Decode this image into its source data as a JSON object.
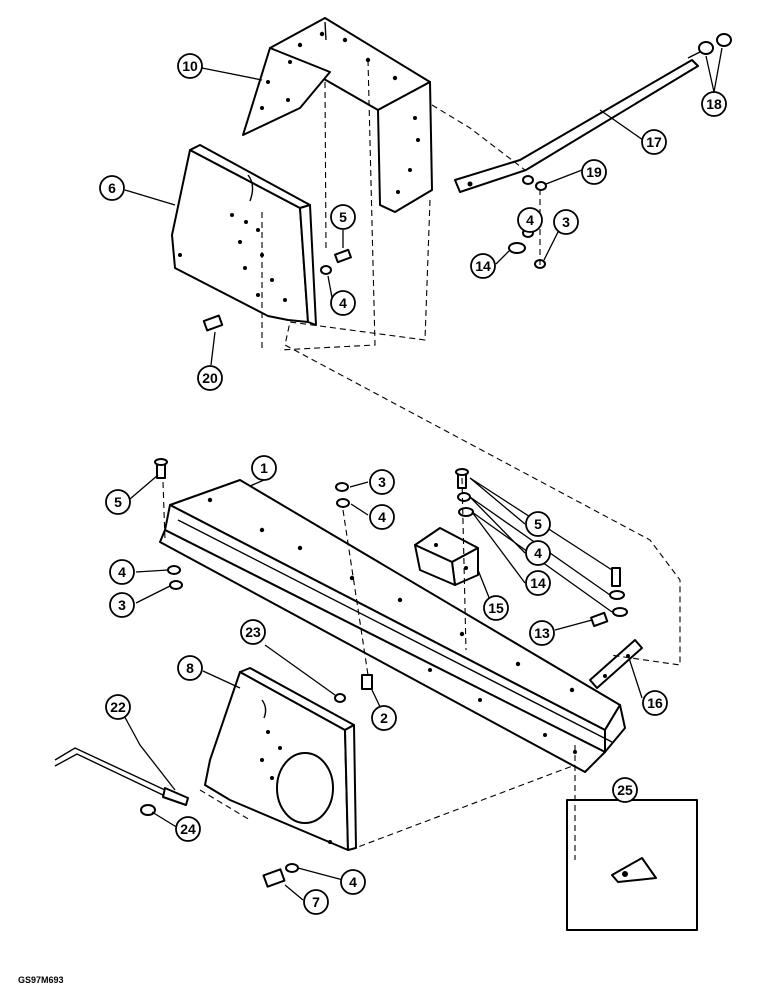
{
  "drawing_code": "GS97M693",
  "callouts": [
    {
      "label": "10"
    },
    {
      "label": "6"
    },
    {
      "label": "5"
    },
    {
      "label": "4"
    },
    {
      "label": "20"
    },
    {
      "label": "17"
    },
    {
      "label": "18"
    },
    {
      "label": "19"
    },
    {
      "label": "4"
    },
    {
      "label": "3"
    },
    {
      "label": "14"
    },
    {
      "label": "1"
    },
    {
      "label": "5"
    },
    {
      "label": "3"
    },
    {
      "label": "4"
    },
    {
      "label": "4"
    },
    {
      "label": "3"
    },
    {
      "label": "5"
    },
    {
      "label": "4"
    },
    {
      "label": "14"
    },
    {
      "label": "15"
    },
    {
      "label": "13"
    },
    {
      "label": "16"
    },
    {
      "label": "23"
    },
    {
      "label": "8"
    },
    {
      "label": "2"
    },
    {
      "label": "22"
    },
    {
      "label": "24"
    },
    {
      "label": "4"
    },
    {
      "label": "7"
    },
    {
      "label": "25"
    }
  ]
}
